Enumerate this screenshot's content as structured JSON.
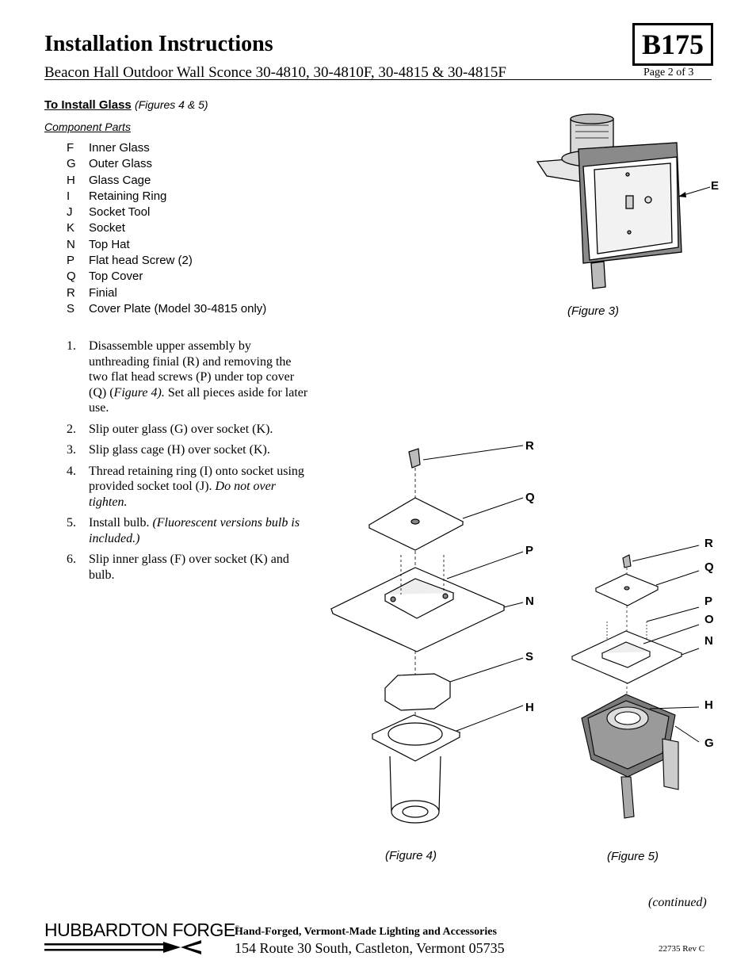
{
  "header": {
    "title": "Installation Instructions",
    "code": "B175",
    "subtitle": "Beacon Hall Outdoor Wall Sconce 30-4810, 30-4810F, 30-4815 & 30-4815F",
    "page": "Page 2 of 3"
  },
  "section": {
    "heading": "To Install Glass",
    "figures_ref": "(Figures 4 & 5)",
    "parts_heading": "Component Parts",
    "parts": [
      {
        "letter": "F",
        "name": "Inner Glass"
      },
      {
        "letter": "G",
        "name": "Outer Glass"
      },
      {
        "letter": "H",
        "name": "Glass Cage"
      },
      {
        "letter": "I",
        "name": "Retaining Ring"
      },
      {
        "letter": "J",
        "name": "Socket Tool"
      },
      {
        "letter": "K",
        "name": "Socket"
      },
      {
        "letter": "N",
        "name": "Top Hat"
      },
      {
        "letter": "P",
        "name": "Flat head Screw (2)"
      },
      {
        "letter": "Q",
        "name": "Top Cover"
      },
      {
        "letter": "R",
        "name": "Finial"
      },
      {
        "letter": "S",
        "name": "Cover Plate (Model 30-4815 only)"
      }
    ]
  },
  "steps": [
    {
      "num": "1.",
      "a": "Disassemble upper assembly by unthreading finial (R) and removing the two flat head screws (P) under top cover (Q) (",
      "b": "Figure 4).",
      "c": " Set all pieces aside for later use."
    },
    {
      "num": "2.",
      "a": "Slip outer glass (G) over socket (K).",
      "b": "",
      "c": ""
    },
    {
      "num": "3.",
      "a": "Slip glass cage (H) over socket (K).",
      "b": "",
      "c": ""
    },
    {
      "num": "4.",
      "a": "Thread retaining ring (I) onto socket using provided socket tool (J).  ",
      "b": "Do not over tighten.",
      "c": ""
    },
    {
      "num": "5.",
      "a": "Install bulb. ",
      "b": "(Fluorescent versions bulb is included.)",
      "c": ""
    },
    {
      "num": "6.",
      "a": "Slip inner glass (F) over socket (K) and bulb.",
      "b": "",
      "c": ""
    }
  ],
  "figures": {
    "fig3": {
      "caption": "(Figure 3)",
      "callout_e": "E"
    },
    "fig4": {
      "caption": "(Figure 4)",
      "callouts": [
        "R",
        "Q",
        "P",
        "N",
        "S",
        "H"
      ]
    },
    "fig5": {
      "caption": "(Figure 5)",
      "callouts": [
        "R",
        "Q",
        "P",
        "O",
        "N",
        "H",
        "G"
      ]
    }
  },
  "footer": {
    "continued": "(continued)",
    "brand": "HUBBARDTON FORGE",
    "brand_mark": "®",
    "tagline": "Hand-Forged, Vermont-Made Lighting and Accessories",
    "address": "154 Route 30 South, Castleton, Vermont 05735",
    "revision": "22735 Rev C"
  }
}
